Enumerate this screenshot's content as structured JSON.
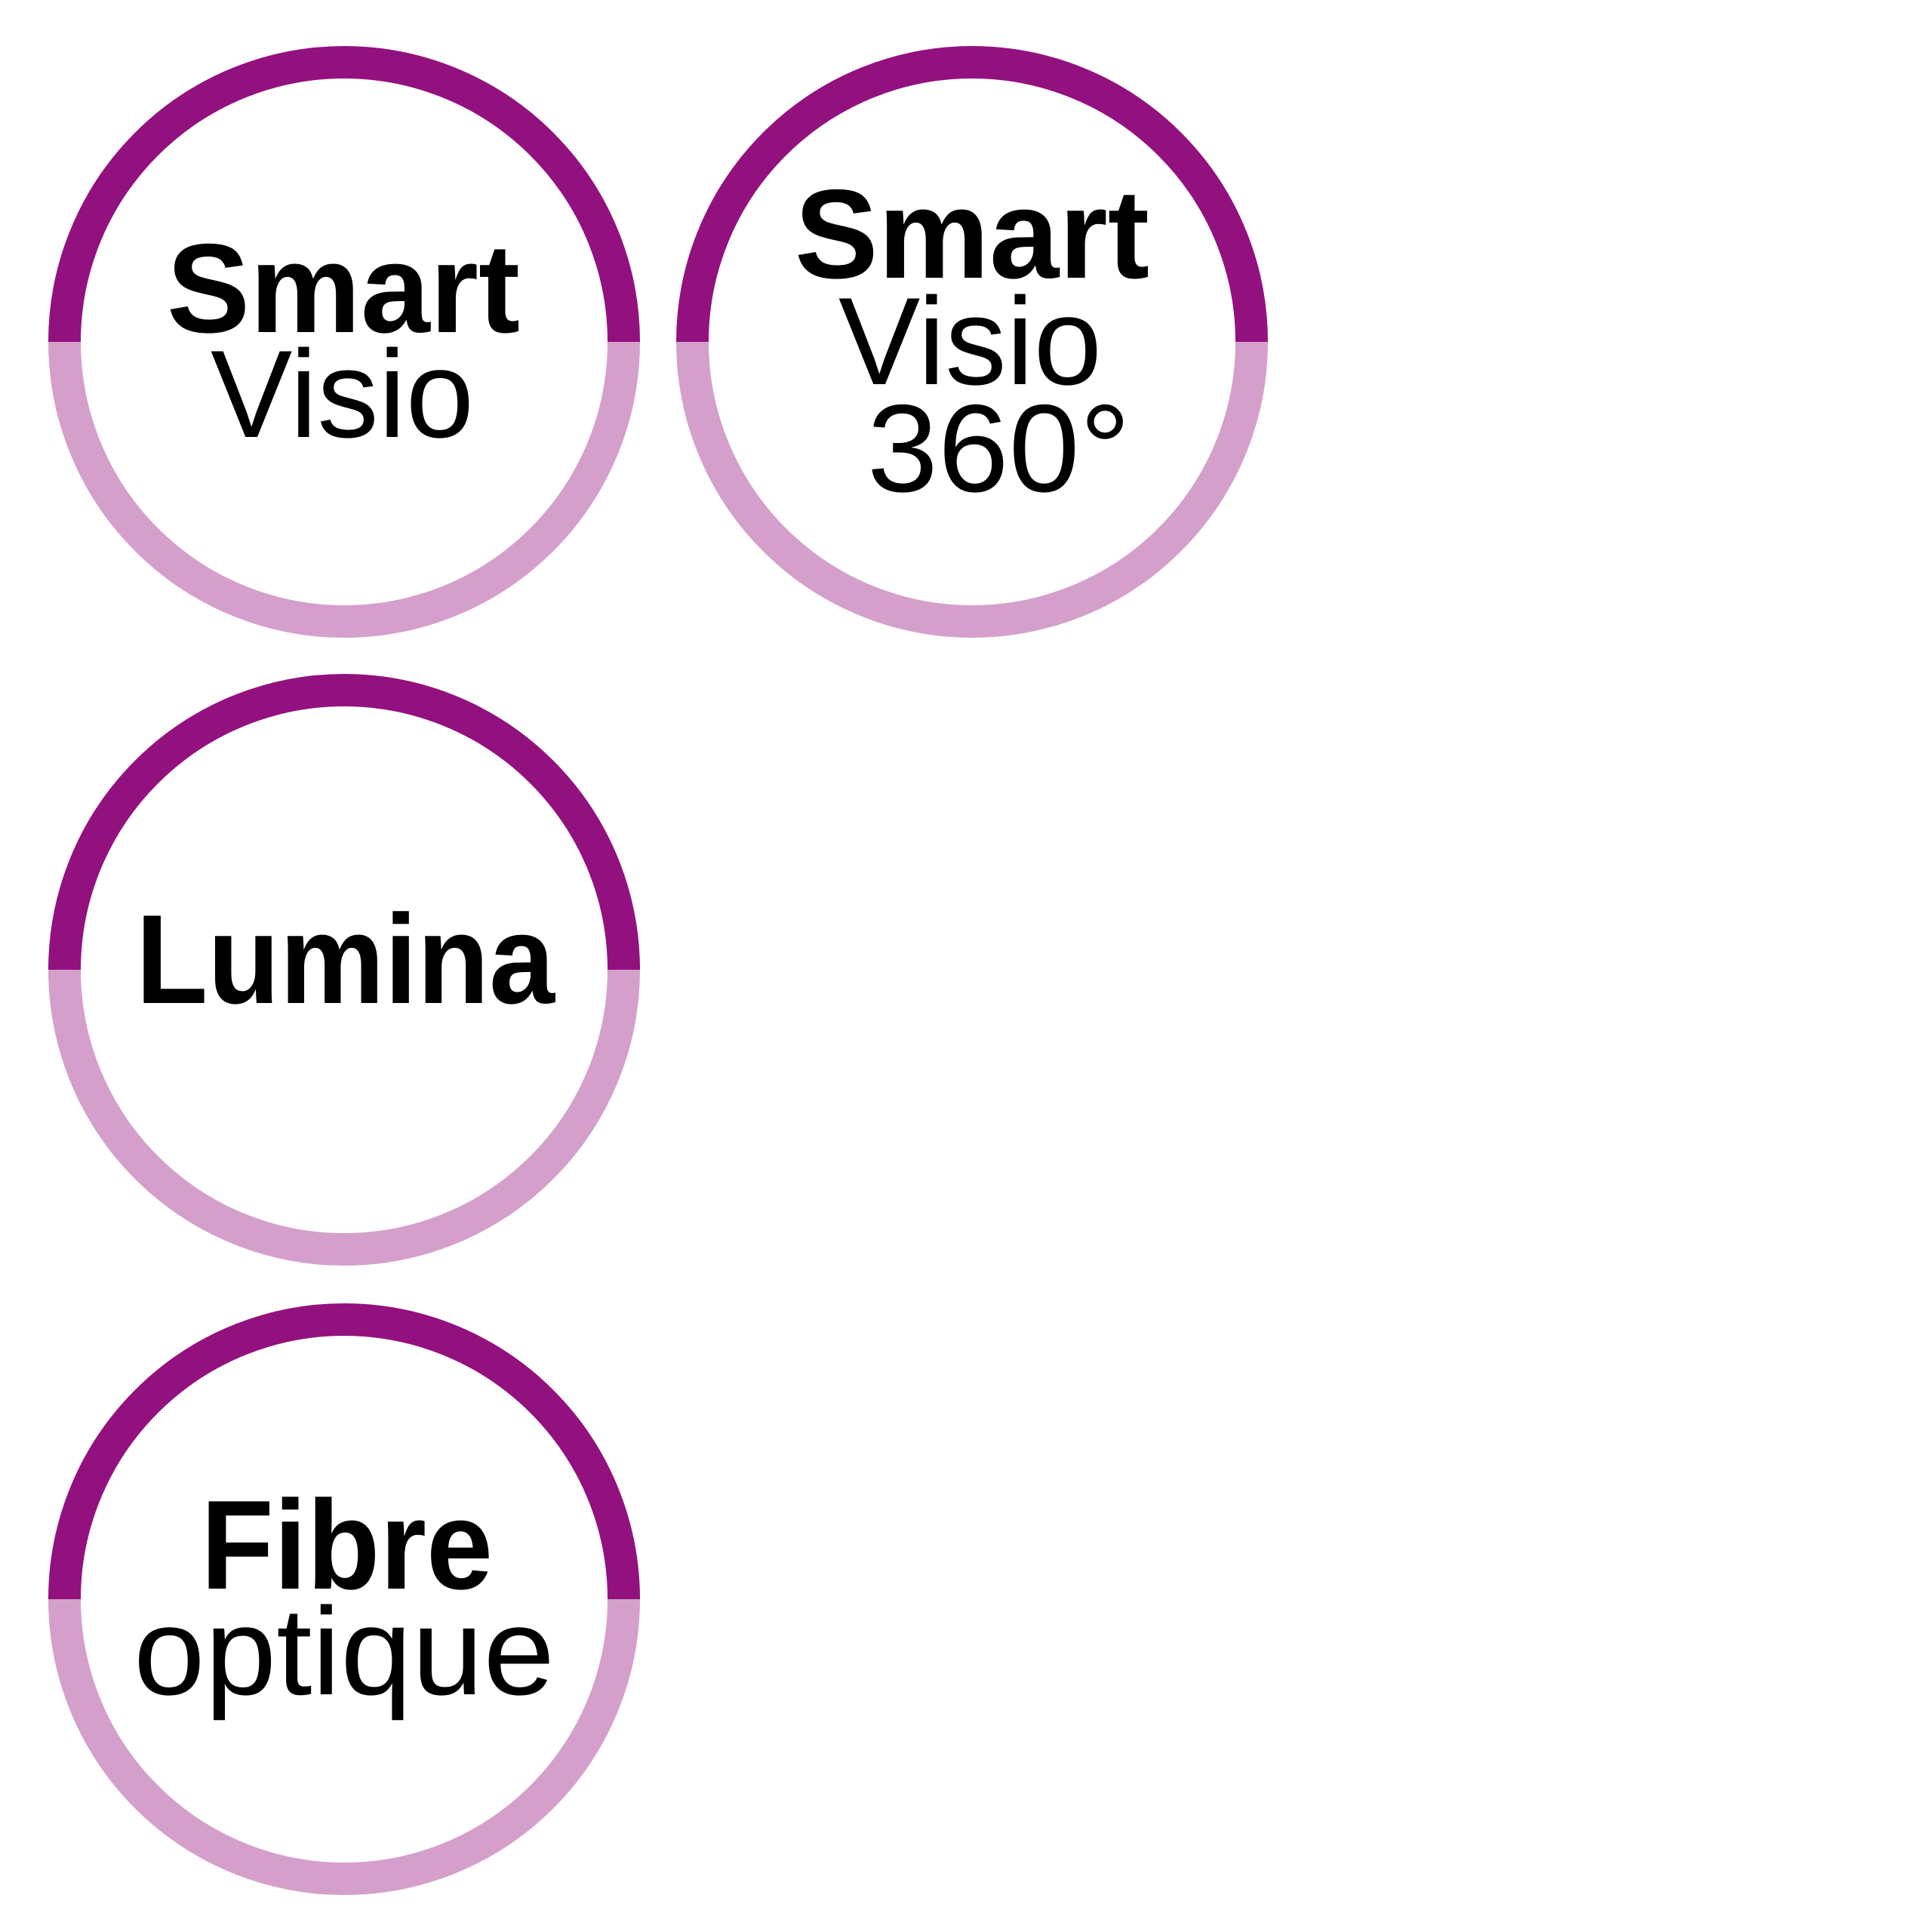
{
  "colors": {
    "ring_top": "#93117E",
    "ring_bottom": "#D4A0CB",
    "text": "#000000"
  },
  "badges": [
    {
      "line1": "Smart",
      "line2": "Visio"
    },
    {
      "line1": "Smart",
      "line2": "Visio",
      "line3": "360°"
    },
    {
      "line1": "Lumina"
    },
    {
      "line1": "Fibre",
      "line2": "optique"
    }
  ]
}
